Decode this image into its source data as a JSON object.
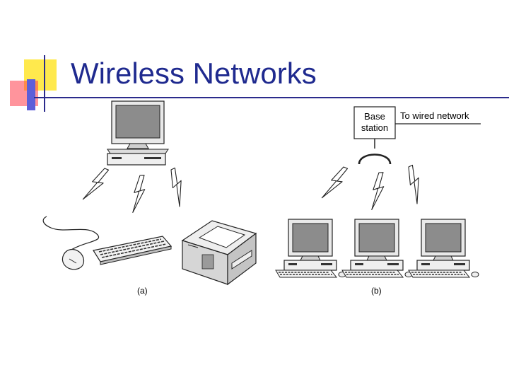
{
  "slide": {
    "title": "Wireless Networks"
  },
  "diagram": {
    "base_station_line1": "Base",
    "base_station_line2": "station",
    "wired_label": "To wired network",
    "caption_a": "(a)",
    "caption_b": "(b)"
  },
  "colors": {
    "title": "#1f2a8f",
    "accent_yellow": "#ffe94d",
    "accent_red": "#ff3c4a",
    "accent_blue": "#5c5ed9",
    "screen_gray": "#8c8c8c"
  },
  "icons": [
    "computer-icon",
    "lightning-icon",
    "mouse-icon",
    "keyboard-icon",
    "printer-icon",
    "antenna-icon"
  ]
}
